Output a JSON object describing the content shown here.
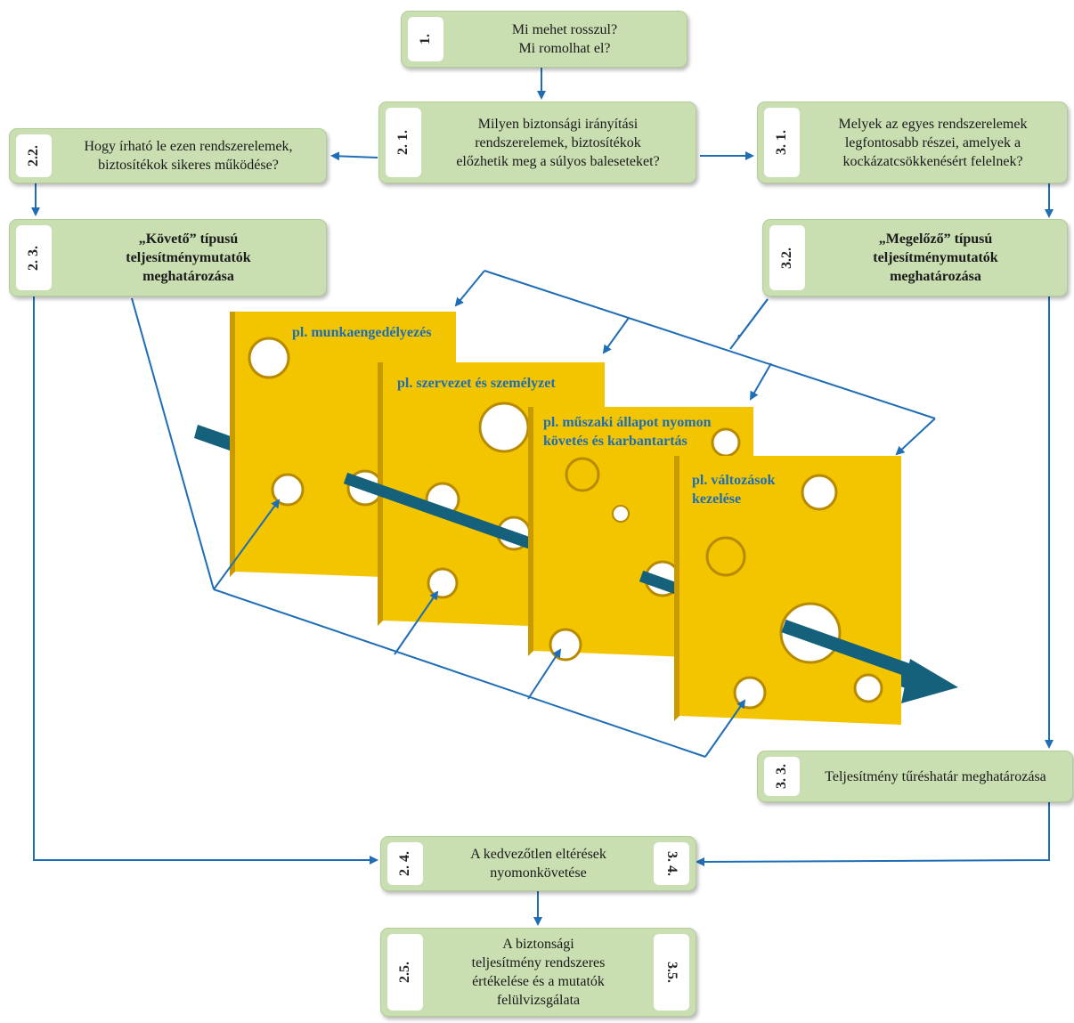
{
  "boxes": {
    "b1": {
      "num": "1.",
      "text": "Mi mehet rosszul?\nMi romolhat el?"
    },
    "b21": {
      "num": "2. 1.",
      "text": "Milyen biztonsági irányítási\nrendszerelemek, biztosítékok\nelőzhetik meg a súlyos baleseteket?"
    },
    "b22": {
      "num": "2.2.",
      "text": "Hogy írható le ezen rendszerelemek,\nbiztosítékok sikeres működése?"
    },
    "b31": {
      "num": "3. 1.",
      "text": "Melyek az egyes rendszerelemek\nlegfontosabb részei, amelyek a\nkockázatcsökkenésért felelnek?"
    },
    "b23": {
      "num": "2. 3.",
      "text": "„Követő” típusú\nteljesítménymutatók\nmeghatározása"
    },
    "b32": {
      "num": "3.2.",
      "text": "„Megelőző” típusú\nteljesítménymutatók\nmeghatározása"
    },
    "b33": {
      "num": "3. 3.",
      "text": "Teljesítmény tűréshatár meghatározása"
    },
    "b24": {
      "num_left": "2. 4.",
      "num_right": "3. 4.",
      "text": "A kedvezőtlen eltérések\nnyomonkövetése"
    },
    "b25": {
      "num_left": "2.5.",
      "num_right": "3.5.",
      "text": "A biztonsági\nteljesítmény rendszeres\nértékelése és a mutatók\nfelülvizsgálata"
    }
  },
  "cheese_labels": [
    "pl. munkaengedélyezés",
    "pl. szervezet és személyzet",
    "pl. műszaki állapot nyomon\nkövetés és karbantartás",
    "pl. változások\nkezelése"
  ],
  "colors": {
    "box_fill": "#c9deb1",
    "arrow": "#1f6db5",
    "cheese": "#f2c500",
    "cheese_side": "#c99a00",
    "hazard_arrow": "#15607a",
    "label_text": "#1f6db5"
  }
}
